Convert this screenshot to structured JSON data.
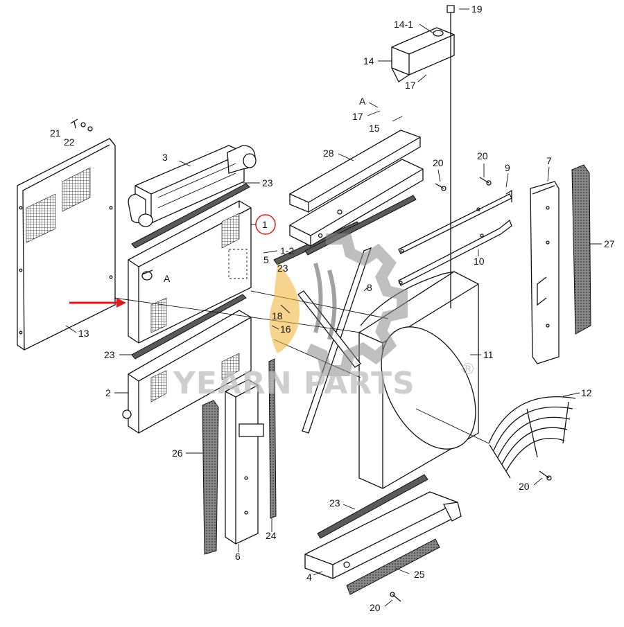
{
  "colors": {
    "line": "#111111",
    "highlight_arrow": "#e01b1b",
    "highlight_circle": "#e01b1b",
    "watermark_text": "#bdbdbd",
    "watermark_gear": "#8a8a8a",
    "watermark_flame": "#f2b233"
  },
  "watermark": {
    "text": "YEARN PARTS",
    "registered": "®"
  },
  "callouts": [
    {
      "id": "c19",
      "label": "19"
    },
    {
      "id": "c14-1",
      "label": "14-1"
    },
    {
      "id": "c14",
      "label": "14"
    },
    {
      "id": "c17a",
      "label": "17"
    },
    {
      "id": "cA1",
      "label": "A"
    },
    {
      "id": "c17b",
      "label": "17"
    },
    {
      "id": "c15",
      "label": "15"
    },
    {
      "id": "c21",
      "label": "21"
    },
    {
      "id": "c22",
      "label": "22"
    },
    {
      "id": "c3",
      "label": "3"
    },
    {
      "id": "c23a",
      "label": "23"
    },
    {
      "id": "c28",
      "label": "28"
    },
    {
      "id": "c20a",
      "label": "20"
    },
    {
      "id": "c20b",
      "label": "20"
    },
    {
      "id": "c9",
      "label": "9"
    },
    {
      "id": "c7",
      "label": "7"
    },
    {
      "id": "c27",
      "label": "27"
    },
    {
      "id": "c1",
      "label": "1"
    },
    {
      "id": "c1-2",
      "label": "1-2"
    },
    {
      "id": "c5",
      "label": "5"
    },
    {
      "id": "c23b",
      "label": "23"
    },
    {
      "id": "cA2",
      "label": "A"
    },
    {
      "id": "c10",
      "label": "10"
    },
    {
      "id": "c8",
      "label": "8"
    },
    {
      "id": "c18",
      "label": "18"
    },
    {
      "id": "c16",
      "label": "16"
    },
    {
      "id": "c13",
      "label": "13"
    },
    {
      "id": "c23c",
      "label": "23"
    },
    {
      "id": "c11",
      "label": "11"
    },
    {
      "id": "c2",
      "label": "2"
    },
    {
      "id": "c12",
      "label": "12"
    },
    {
      "id": "c26",
      "label": "26"
    },
    {
      "id": "c20c",
      "label": "20"
    },
    {
      "id": "c23d",
      "label": "23"
    },
    {
      "id": "c6",
      "label": "6"
    },
    {
      "id": "c24",
      "label": "24"
    },
    {
      "id": "c4",
      "label": "4"
    },
    {
      "id": "c25",
      "label": "25"
    },
    {
      "id": "c20d",
      "label": "20"
    }
  ]
}
